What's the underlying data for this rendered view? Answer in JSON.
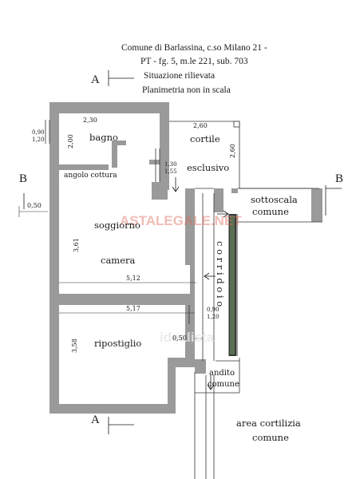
{
  "header": {
    "line1": "Comune di Barlassina, c.so Milano 21 -",
    "line2": "PT - fg. 5, m.le 221, sub. 703",
    "line3": "Situazione rilievata",
    "line4": "Planimetria non in scala"
  },
  "section_marks": {
    "a_top": "A",
    "a_bottom": "A",
    "b_left": "B",
    "b_right": "B"
  },
  "rooms": {
    "bagno": "bagno",
    "angolo_cottura": "angolo cottura",
    "soggiorno": "soggiorno",
    "camera": "camera",
    "ripostiglio": "ripostiglio",
    "cortile": "cortile",
    "esclusivo": "esclusivo",
    "sottoscala": "sottoscala",
    "sottoscala_comune": "comune",
    "corridoio": "c o r r i d o i o",
    "andito": "andito",
    "andito_comune": "comune",
    "area_cortilizia": "area cortilizia",
    "area_comune": "comune"
  },
  "dimensions": {
    "bagno_width": "2,30",
    "bagno_depth": "2,00",
    "cortile_width": "2,60",
    "cortile_depth": "2,60",
    "window_left_a": "0,90",
    "window_left_b": "1,20",
    "window_mid_a": "1,30",
    "window_mid_b": "1,55",
    "b_offset": "0,50",
    "soggiorno_depth": "3,61",
    "soggiorno_width": "5,12",
    "ripostiglio_width": "5,17",
    "window_right_a": "0,90",
    "window_right_b": "1,20",
    "ripostiglio_depth": "3,58",
    "door_offset": "0,50"
  },
  "watermarks": {
    "astalegale": "ASTALEGALE.NET",
    "idealista": "idealista"
  }
}
